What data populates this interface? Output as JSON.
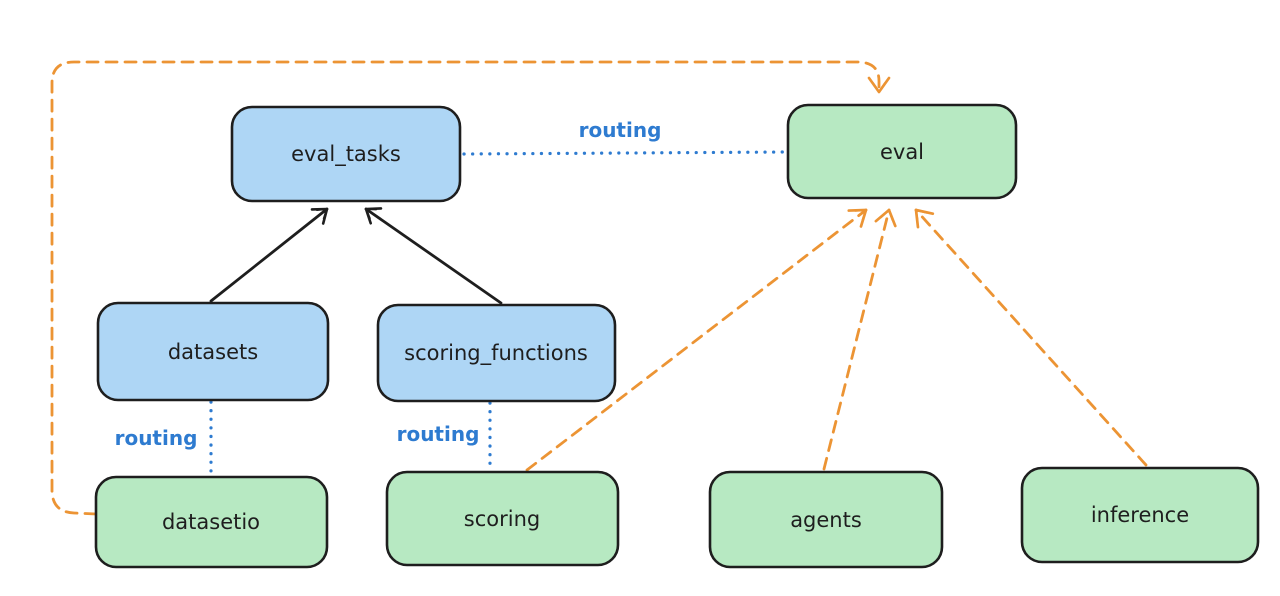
{
  "colors": {
    "background": "#ffffff",
    "node_blue_fill": "#aed6f5",
    "node_green_fill": "#b7e9c2",
    "node_stroke": "#1e1e1e",
    "solid_arrow": "#1e1e1e",
    "routing_blue": "#2e7bd0",
    "provider_orange": "#ec9434"
  },
  "nodes": {
    "eval_tasks": {
      "label": "eval_tasks",
      "fill": "blue"
    },
    "eval": {
      "label": "eval",
      "fill": "green"
    },
    "datasets": {
      "label": "datasets",
      "fill": "blue"
    },
    "scoring_functions": {
      "label": "scoring_functions",
      "fill": "blue"
    },
    "datasetio": {
      "label": "datasetio",
      "fill": "green"
    },
    "scoring": {
      "label": "scoring",
      "fill": "green"
    },
    "agents": {
      "label": "agents",
      "fill": "green"
    },
    "inference": {
      "label": "inference",
      "fill": "green"
    }
  },
  "edge_labels": {
    "routing_top": "routing",
    "routing_datasets": "routing",
    "routing_scoring": "routing"
  },
  "edges": [
    {
      "from": "datasets",
      "to": "eval_tasks",
      "style": "solid",
      "color": "#1e1e1e",
      "arrow": true,
      "label": ""
    },
    {
      "from": "scoring_functions",
      "to": "eval_tasks",
      "style": "solid",
      "color": "#1e1e1e",
      "arrow": true,
      "label": ""
    },
    {
      "from": "eval_tasks",
      "to": "eval",
      "style": "dotted",
      "color": "#2e7bd0",
      "arrow": false,
      "label": "routing"
    },
    {
      "from": "datasets",
      "to": "datasetio",
      "style": "dotted",
      "color": "#2e7bd0",
      "arrow": false,
      "label": "routing"
    },
    {
      "from": "scoring_functions",
      "to": "scoring",
      "style": "dotted",
      "color": "#2e7bd0",
      "arrow": false,
      "label": "routing"
    },
    {
      "from": "datasetio",
      "to": "eval",
      "style": "dashed",
      "color": "#ec9434",
      "arrow": true,
      "label": ""
    },
    {
      "from": "scoring",
      "to": "eval",
      "style": "dashed",
      "color": "#ec9434",
      "arrow": true,
      "label": ""
    },
    {
      "from": "agents",
      "to": "eval",
      "style": "dashed",
      "color": "#ec9434",
      "arrow": true,
      "label": ""
    },
    {
      "from": "inference",
      "to": "eval",
      "style": "dashed",
      "color": "#ec9434",
      "arrow": true,
      "label": ""
    }
  ]
}
